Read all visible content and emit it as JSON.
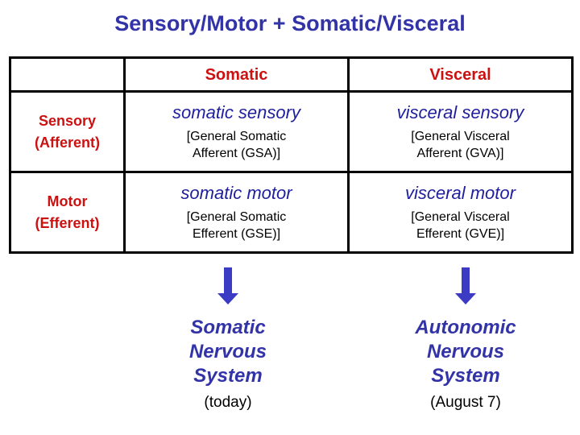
{
  "slide": {
    "title": "Sensory/Motor + Somatic/Visceral",
    "title_color": "#3333A8"
  },
  "colors": {
    "title_blue": "#3333A8",
    "header_red": "#CC1111",
    "term_navy": "#1F1F9E",
    "detail_black": "#000000",
    "arrow_blue": "#3B3BC4",
    "border_black": "#000000"
  },
  "table": {
    "corner_label": "",
    "column_headers": [
      "Somatic",
      "Visceral"
    ],
    "rows": [
      {
        "label_lines": [
          "Sensory",
          "(Afferent)"
        ],
        "cells": [
          {
            "term": "somatic sensory",
            "detail_lines": [
              "[General Somatic",
              "Afferent (GSA)]"
            ]
          },
          {
            "term": "visceral sensory",
            "detail_lines": [
              "[General Visceral",
              "Afferent (GVA)]"
            ]
          }
        ]
      },
      {
        "label_lines": [
          "Motor",
          "(Efferent)"
        ],
        "cells": [
          {
            "term": "somatic motor",
            "detail_lines": [
              "[General Somatic",
              "Efferent (GSE)]"
            ]
          },
          {
            "term": "visceral motor",
            "detail_lines": [
              "[General Visceral",
              "Efferent (GVE)]"
            ]
          }
        ]
      }
    ]
  },
  "arrows": [
    {
      "icon": "arrow-down-icon",
      "points_to": "somatic-nervous-system"
    },
    {
      "icon": "arrow-down-icon",
      "points_to": "autonomic-nervous-system"
    }
  ],
  "captions": [
    {
      "title_lines": [
        "Somatic",
        "Nervous",
        "System"
      ],
      "note": "(today)"
    },
    {
      "title_lines": [
        "Autonomic",
        "Nervous",
        "System"
      ],
      "note": "(August 7)"
    }
  ]
}
